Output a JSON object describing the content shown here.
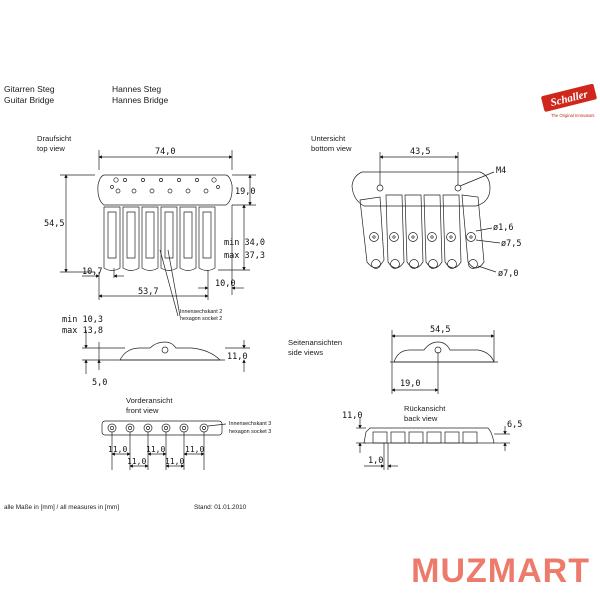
{
  "header": {
    "title_de": "Gitarren Steg",
    "title_en": "Guitar Bridge",
    "model_de": "Hannes Steg",
    "model_en": "Hannes Bridge"
  },
  "logo": {
    "text": "Schaller",
    "tagline": "The Original Innovators",
    "color": "#d0271d"
  },
  "views": {
    "top": {
      "title_de": "Draufsicht",
      "title_en": "top view"
    },
    "bottom": {
      "title_de": "Untersicht",
      "title_en": "bottom view"
    },
    "side": {
      "title_de": "Seitenansichten",
      "title_en": "side views"
    },
    "front": {
      "title_de": "Vorderansicht",
      "title_en": "front view"
    },
    "back": {
      "title_de": "Rückansicht",
      "title_en": "back view"
    }
  },
  "dimensions": {
    "top_width": "74,0",
    "top_height": "54,5",
    "top_depth": "19,0",
    "top_min": "min 34,0",
    "top_max": "max 37,3",
    "top_left_offset": "10,7",
    "top_span": "53,7",
    "top_right_offset": "10,0",
    "hex_socket_2_de": "Innensechskant 2",
    "hex_socket_2_en": "hexagon socket 2",
    "bottom_spacing": "43,5",
    "bottom_thread": "M4",
    "bottom_hole1": "ø1,6",
    "bottom_hole2": "ø7,5",
    "bottom_hole3": "ø7,0",
    "side_min": "min 10,3",
    "side_max": "max 13,8",
    "side_left_height": "11,0",
    "side_left_base": "5,0",
    "side_right_length": "54,5",
    "side_right_offset": "19,0",
    "front_hex_de": "Innensechskant 3",
    "front_hex_en": "hexagon socket 3",
    "front_spacing": [
      "11,0",
      "11,0",
      "11,0",
      "11,0",
      "11,0"
    ],
    "back_height": "11,0",
    "back_right": "6,5",
    "back_base": "1,0"
  },
  "footer": {
    "units": "alle Maße in [mm] / all measures in [mm]",
    "date": "Stand: 01.01.2010"
  },
  "watermark": {
    "text": "MUZMART",
    "color": "#ec7b6c"
  }
}
